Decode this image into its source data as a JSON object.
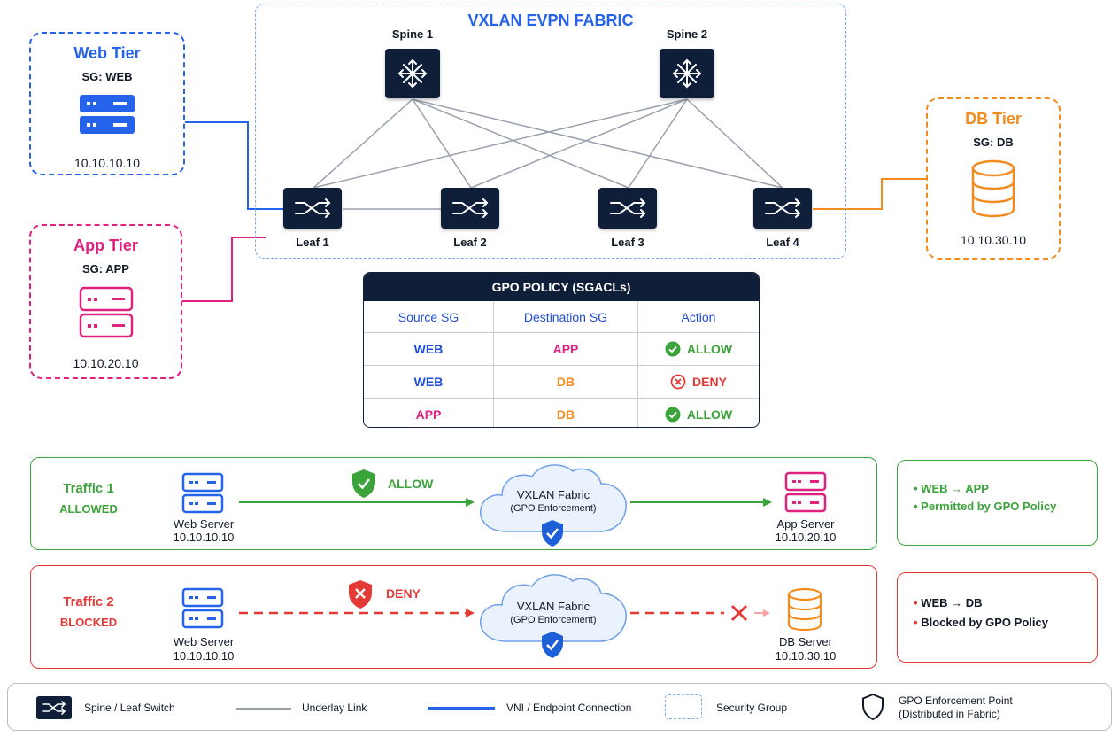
{
  "fabric": {
    "title": "VXLAN EVPN FABRIC",
    "spines": [
      "Spine 1",
      "Spine 2"
    ],
    "leaves": [
      "Leaf 1",
      "Leaf 2",
      "Leaf 3",
      "Leaf 4"
    ]
  },
  "tiers": {
    "web": {
      "title": "Web Tier",
      "sg": "SG: WEB",
      "ip": "10.10.10.10",
      "color": "#2563eb"
    },
    "app": {
      "title": "App Tier",
      "sg": "SG: APP",
      "ip": "10.10.20.10",
      "color": "#e0217f"
    },
    "db": {
      "title": "DB Tier",
      "sg": "SG: DB",
      "ip": "10.10.30.10",
      "color": "#f28c1f"
    }
  },
  "policy": {
    "title": "GPO POLICY (SGACLs)",
    "headers": [
      "Source SG",
      "Destination SG",
      "Action"
    ],
    "rows": [
      {
        "source": "WEB",
        "destination": "APP",
        "action": "ALLOW"
      },
      {
        "source": "WEB",
        "destination": "DB",
        "action": "DENY"
      },
      {
        "source": "APP",
        "destination": "DB",
        "action": "ALLOW"
      }
    ]
  },
  "traffic": [
    {
      "title": "Traffic 1",
      "status": "ALLOWED",
      "verdict": "ALLOW",
      "src_name": "Web Server",
      "src_ip": "10.10.10.10",
      "cloud_title": "VXLAN Fabric",
      "cloud_sub": "(GPO Enforcement)",
      "dst_name": "App Server",
      "dst_ip": "10.10.20.10",
      "notes": [
        "WEB → APP",
        "Permitted by GPO Policy"
      ],
      "color": "#3aa33a"
    },
    {
      "title": "Traffic 2",
      "status": "BLOCKED",
      "verdict": "DENY",
      "src_name": "Web Server",
      "src_ip": "10.10.10.10",
      "cloud_title": "VXLAN Fabric",
      "cloud_sub": "(GPO Enforcement)",
      "dst_name": "DB Server",
      "dst_ip": "10.10.30.10",
      "notes": [
        "WEB → DB",
        "Blocked by GPO Policy"
      ],
      "color": "#e53935"
    }
  ],
  "legend": {
    "switch": "Spine / Leaf Switch",
    "underlay": "Underlay Link",
    "vni": "VNI / Endpoint Connection",
    "sg": "Security Group",
    "gpo_line1": "GPO Enforcement Point",
    "gpo_line2": "(Distributed in Fabric)"
  },
  "icons": {
    "spine": "spine-switch-icon",
    "leaf": "leaf-switch-icon",
    "server": "server-icon",
    "database": "database-icon",
    "cloud": "cloud-icon",
    "shield": "shield-icon",
    "check": "check-circle-icon",
    "deny": "x-circle-icon"
  },
  "colors": {
    "navy": "#0f1f3a",
    "blue": "#2563eb",
    "pink": "#e0217f",
    "orange": "#f28c1f",
    "green": "#3aa33a",
    "red": "#e53935",
    "underlay": "#9aa1ad"
  }
}
